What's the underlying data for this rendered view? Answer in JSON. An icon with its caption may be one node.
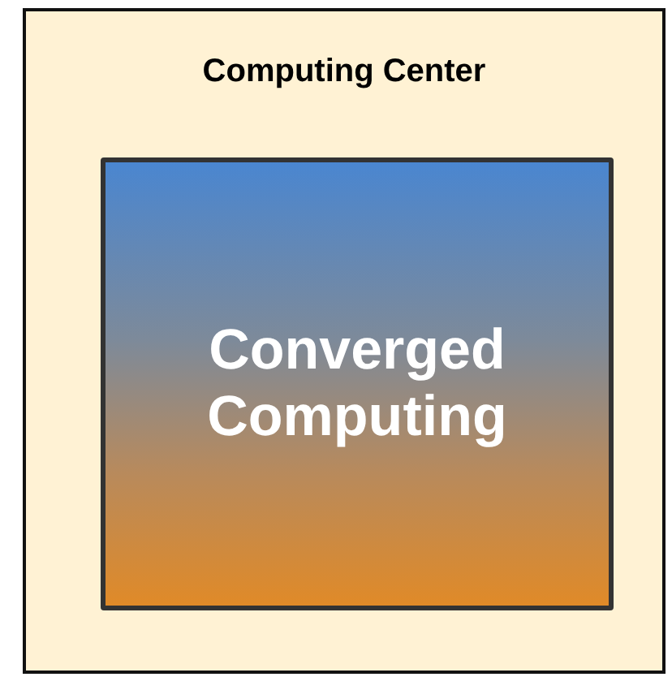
{
  "diagram": {
    "nodes": [
      {
        "text": [
          "Computing Center"
        ]
      },
      {
        "text": [
          "Converged Computing"
        ],
        "in": 0
      }
    ]
  }
}
